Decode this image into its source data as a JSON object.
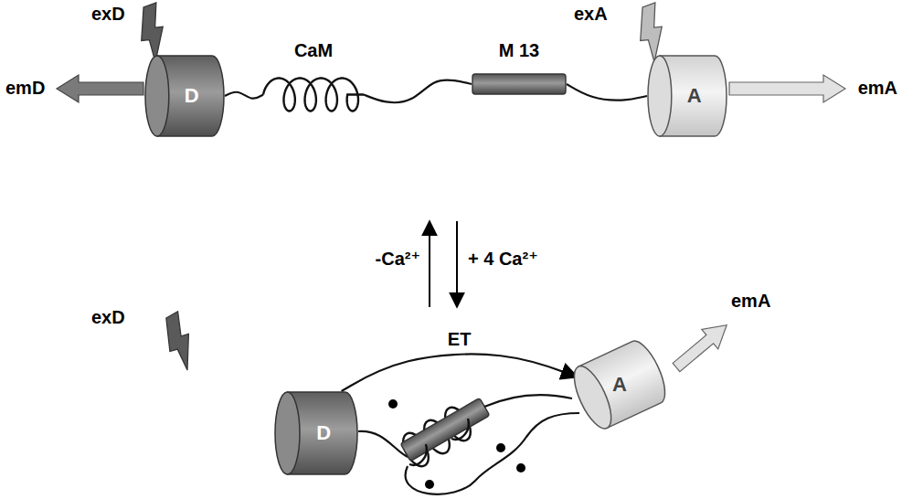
{
  "diagram": {
    "nodes": [
      {
        "text": [
          "D"
        ]
      },
      {
        "text": [
          "CaM"
        ]
      },
      {
        "text": [
          "M 13"
        ]
      },
      {
        "text": [
          "A"
        ]
      },
      {
        "text": [
          "D"
        ]
      },
      {
        "text": [
          "A"
        ]
      }
    ],
    "edges": [
      {
        "from": 0,
        "to": 1,
        "arrow": "none"
      },
      {
        "from": 1,
        "to": 2,
        "arrow": "none"
      },
      {
        "from": 2,
        "to": 3,
        "arrow": "none"
      },
      {
        "from": 4,
        "to": 5,
        "label": "ET",
        "arrow": "to"
      }
    ],
    "labels": [
      "exD",
      "emD",
      "exA",
      "emA",
      "-Ca²⁺",
      "+ 4 Ca²⁺",
      "exD",
      "emA"
    ]
  }
}
